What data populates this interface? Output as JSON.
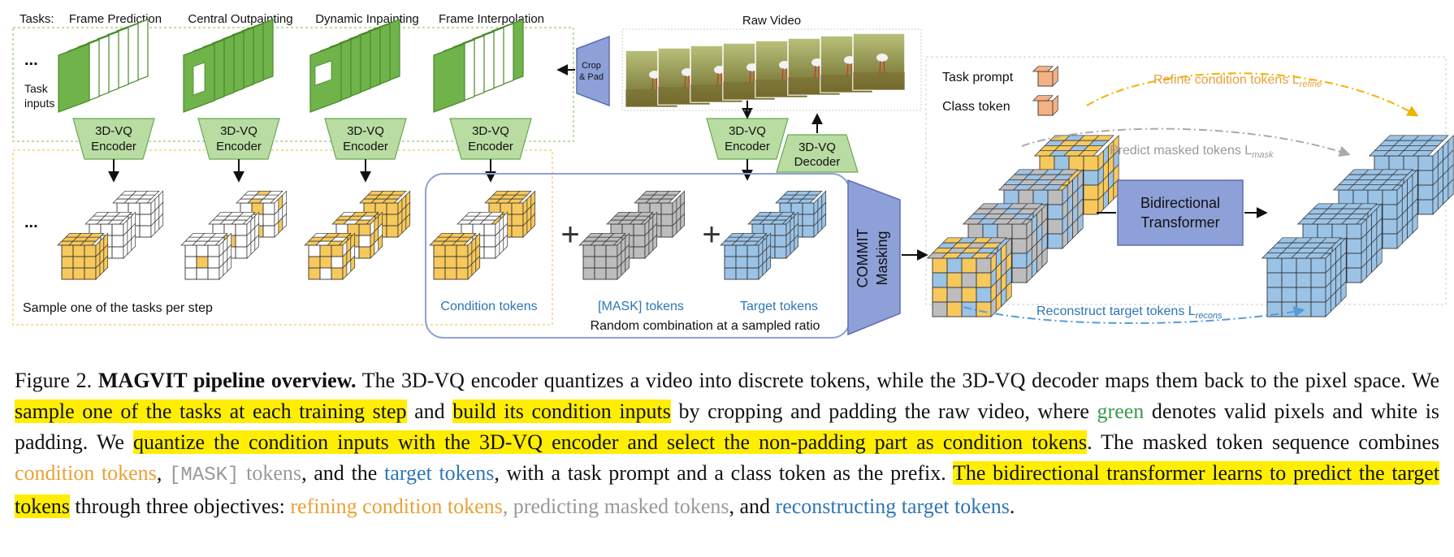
{
  "colors": {
    "green": "#6fb34a",
    "green_light": "#b9dca3",
    "yellow": "#f7c95c",
    "gray": "#bdbdbd",
    "blue": "#9bc3e6",
    "purple": "#8ea0d8",
    "highlight": "#ffee00",
    "cond_text": "#e8a135",
    "mask_text": "#999999",
    "target_text": "#2e75b6"
  },
  "diagram": {
    "tasks_label": "Tasks:",
    "tasks": [
      "Frame Prediction",
      "Central Outpainting",
      "Dynamic Inpainting",
      "Frame Interpolation"
    ],
    "ellipsis": "...",
    "task_inputs_line1": "Task",
    "task_inputs_line2": "inputs",
    "encoder_line1": "3D-VQ",
    "encoder_line2": "Encoder",
    "decoder_line1": "3D-VQ",
    "decoder_line2": "Decoder",
    "crop_line1": "Crop",
    "crop_line2": "& Pad",
    "raw_video": "Raw Video",
    "sample_text": "Sample one of the tasks per step",
    "condition_tokens": "Condition tokens",
    "mask_tokens": "[MASK] tokens",
    "target_tokens": "Target tokens",
    "random_combination": "Random combination at a sampled ratio",
    "commit_line1": "COMMIT",
    "commit_line2": "Masking",
    "task_prompt": "Task prompt",
    "class_token": "Class token",
    "transformer_line1": "Bidirectional",
    "transformer_line2": "Transformer",
    "refine_label": "Refine condition tokens L",
    "refine_sub": "refine",
    "mask_label": "Predict masked tokens L",
    "mask_sub": "mask",
    "recons_label": "Reconstruct target tokens L",
    "recons_sub": "recons"
  },
  "caption": {
    "fig_label": "Figure 2.",
    "bold_title": "MAGVIT pipeline overview.",
    "s1": "The 3D-VQ encoder quantizes a video into discrete tokens, while the 3D-VQ decoder maps them back to the pixel space. We",
    "hl1": "sample one of the tasks at each training step",
    "s2": "and",
    "hl2": "build its condition inputs",
    "s3": "by cropping and padding the raw video, where",
    "green_word": "green",
    "s4": "denotes valid pixels and white is padding. We",
    "hl3": "quantize the condition inputs with the 3D-VQ encoder and select the non-padding part as condition tokens",
    "s5": ". The masked token sequence combines",
    "cond_word": "condition tokens",
    "s6": ",",
    "mask_word": "[MASK]",
    "mask_word2": "tokens",
    "s7": ", and the",
    "target_word": "target tokens",
    "s8": ", with a task prompt and a class token as the prefix.",
    "hl4": "The bidirectional transformer learns to predict the target tokens",
    "s9": "through three objectives:",
    "obj1": "refining condition tokens",
    "s10": ",",
    "obj2": "predicting masked tokens",
    "s11": ", and",
    "obj3": "reconstructing target tokens",
    "s12": "."
  }
}
